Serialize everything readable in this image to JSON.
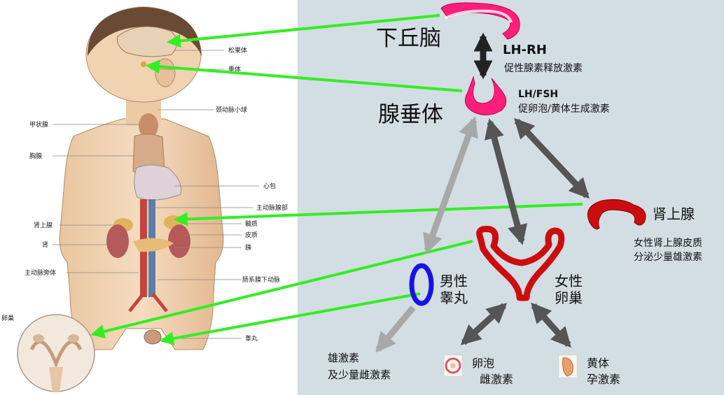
{
  "left_labels": {
    "pineal": "松果体",
    "pituitary": "垂体",
    "carotid": "颈动脉小球",
    "thyroid": "甲状腺",
    "thymus": "胸腺",
    "heart": "心包",
    "aortic_body": "主动脉腺部",
    "adrenal": "肾上腺",
    "medulla": "髓质",
    "cortex": "皮质",
    "kidney": "肾",
    "pancreas": "胰",
    "paraaortic": "主动脉旁体",
    "mesenteric": "肠系膜下动脉",
    "ovary": "卵巢",
    "testis": "睾丸"
  },
  "right_labels": {
    "hypothalamus": "下丘脑",
    "lhrh_title": "LH-RH",
    "lhrh_desc": "促性腺素释放激素",
    "pituitary": "腺垂体",
    "lhfsh_title": "LH/FSH",
    "lhfsh_desc": "促卵泡/黄体生成激素",
    "adrenal": "肾上腺",
    "adrenal_note_1": "女性肾上腺皮质",
    "adrenal_note_2": "分泌少量雄激素",
    "male_1": "男性",
    "male_2": "睾丸",
    "female_1": "女性",
    "female_2": "卵巢",
    "androgen_1": "雄激素",
    "androgen_2": "及少量雌激素",
    "follicle_1": "卵泡",
    "follicle_2": "雌激素",
    "corpus_1": "黄体",
    "corpus_2": "孕激素"
  },
  "colors": {
    "right_bg": "#d3dde4",
    "green_arrow": "#33ee22",
    "pink": "#ff1f7a",
    "red": "#cc0d0d",
    "blue": "#1414e6",
    "gray_dark": "#555555",
    "gray_light": "#a8a8a8",
    "black_arrow": "#222222"
  }
}
